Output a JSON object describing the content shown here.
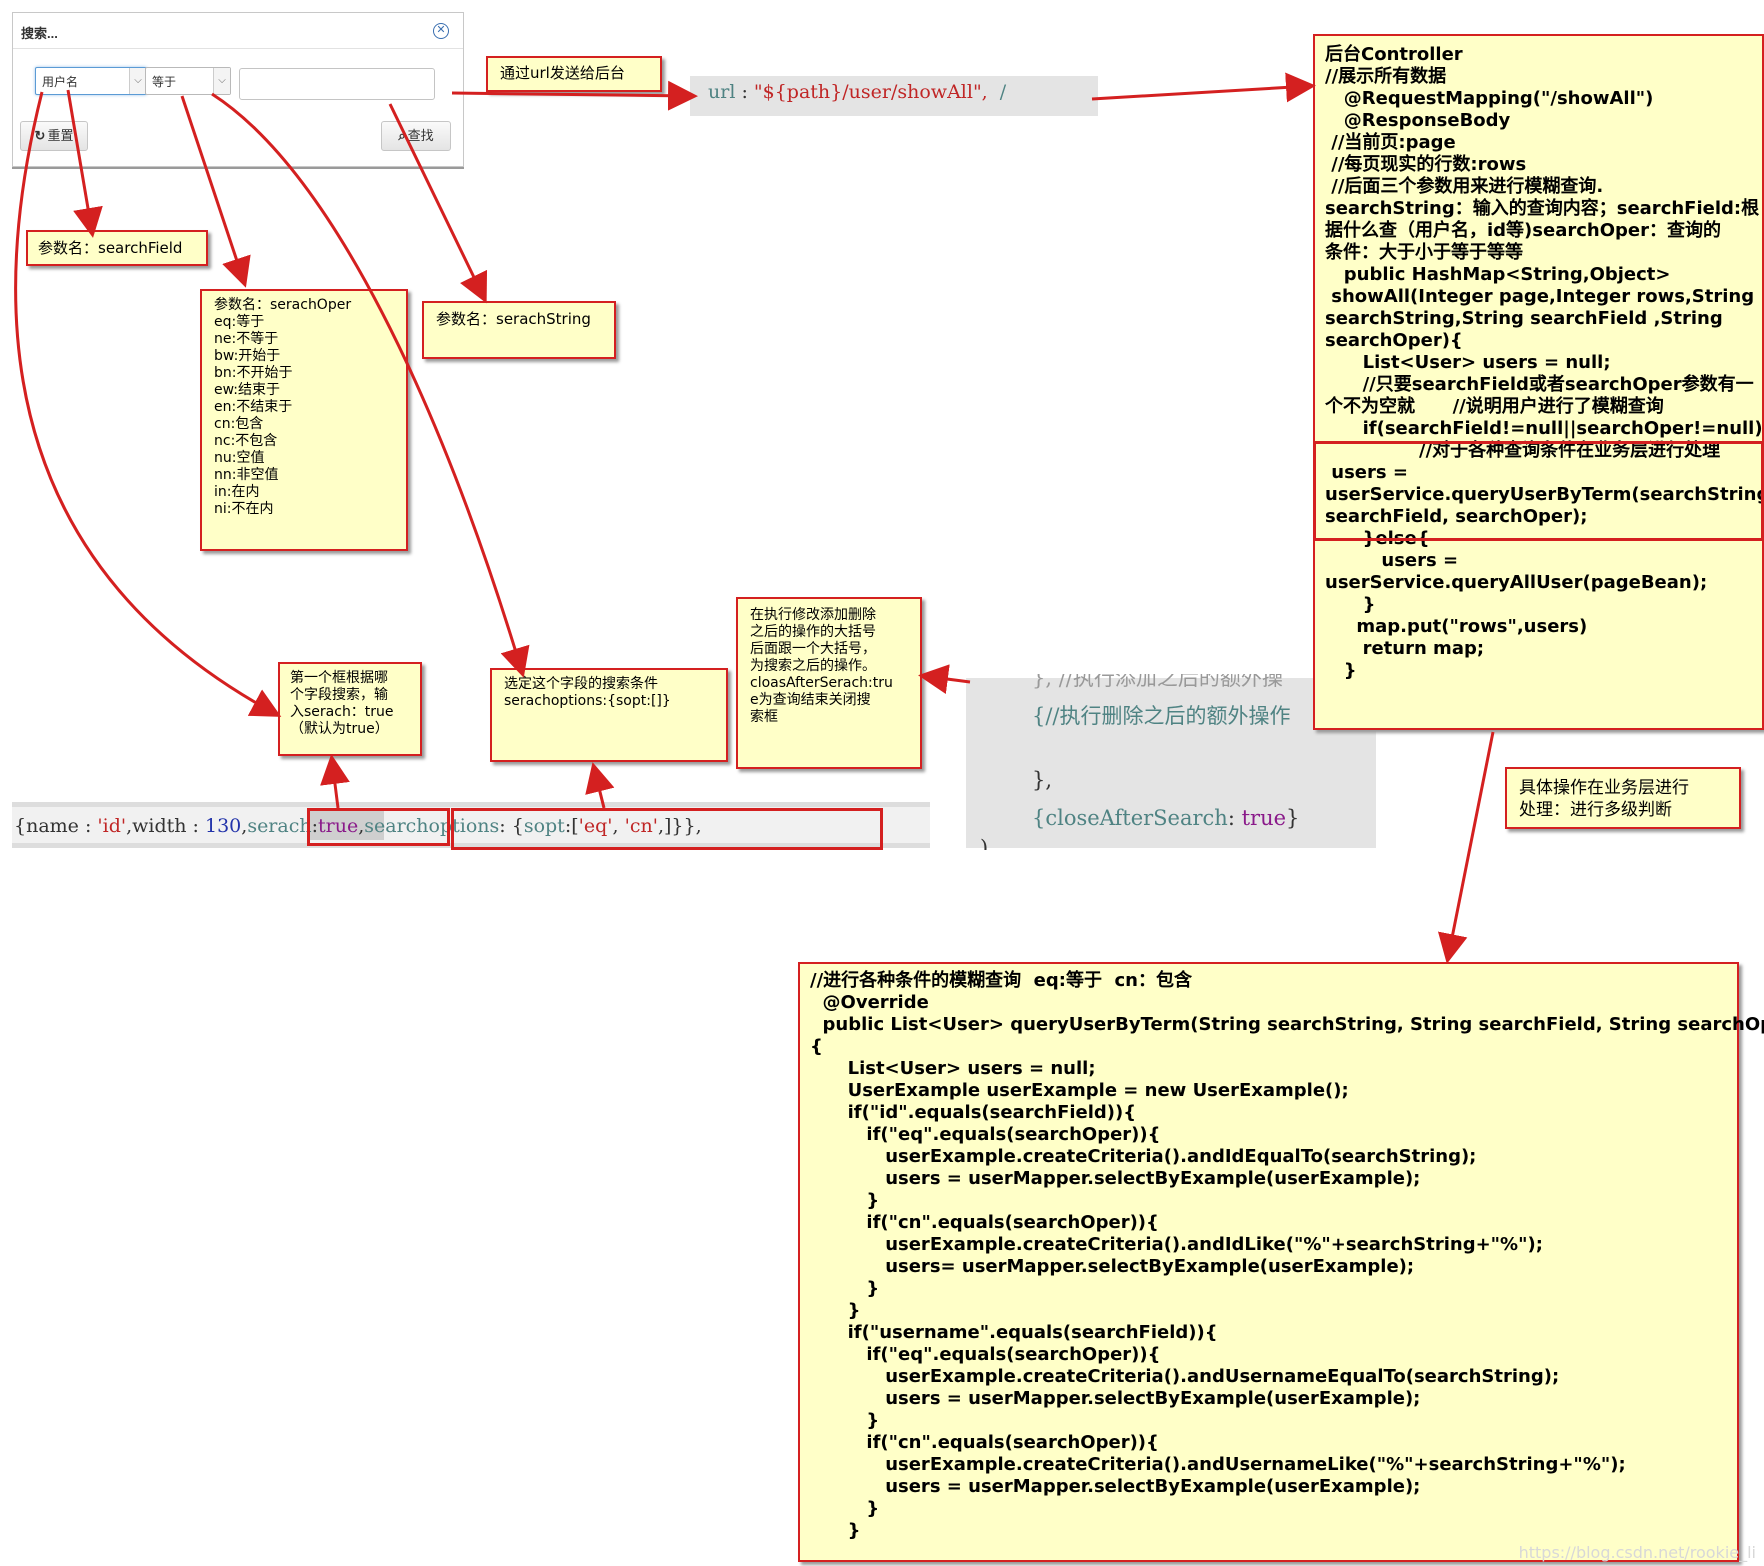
{
  "dialog": {
    "title": "搜索...",
    "field_select": "用户名",
    "oper_select": "等于",
    "search_value": "",
    "reset_label": "重置",
    "find_label": "查找"
  },
  "notes": {
    "url_send": "通过url发送给后台",
    "param_field": "参数名：searchField",
    "param_oper": [
      "参数名：serachOper",
      "eq:等于",
      "ne:不等于",
      "bw:开始于",
      "bn:不开始于",
      "ew:结束于",
      "en:不结束于",
      "cn:包含",
      "nc:不包含",
      "nu:空值",
      "nn:非空值",
      "in:在内",
      "ni:不在内"
    ],
    "param_string": "参数名：serachString",
    "first_box": [
      "第一个框根据哪",
      "个字段搜索，输",
      "入serach：true",
      "（默认为true）"
    ],
    "select_field": [
      "选定这个字段的搜索条件",
      "serachoptions:{sopt:[]}"
    ],
    "after_ops": [
      "在执行修改添加删除",
      "之后的操作的大括号",
      "后面跟一个大括号，",
      "为搜索之后的操作。",
      "cloasAfterSerach:tru",
      "e为查询结束关闭搜",
      "索框"
    ],
    "business": [
      "具体操作在业务层进行",
      "处理：进行多级判断"
    ]
  },
  "code_url": {
    "key": "url",
    "sep": " : ",
    "value": "\"${path}/user/showAll\",",
    "tail": "  /"
  },
  "code_col": {
    "p1": "{name : ",
    "name_val": "'id'",
    "p2": ",width : ",
    "width_val": "130",
    "p3": ",",
    "serach_key": "serach",
    "colon": ":",
    "serach_val": "true",
    "p4": ",",
    "opts_key": "searchoptions",
    "p5": ": {",
    "sopt_key": "sopt",
    "p6": ":[",
    "eq": "'eq'",
    "p7": ", ",
    "cn": "'cn'",
    "p8": ",]}},"
  },
  "code_right": {
    "l1": "}, //执行添加之后的额外操",
    "l2": "{//执行删除之后的额外操作",
    "l3": "},",
    "l4_key": "{closeAfterSearch",
    "l4_sep": ": ",
    "l4_val": "true",
    "l4_end": "}",
    "l5": ")"
  },
  "controller": [
    "后台Controller",
    "//展示所有数据",
    "   @RequestMapping(\"/showAll\")",
    "   @ResponseBody",
    " //当前页:page",
    " //每页现实的行数:rows",
    " //后面三个参数用来进行模糊查询.",
    "searchString：输入的查询内容；searchField:根",
    "据什么查（用户名，id等)searchOper：查询的",
    "条件：大于小于等于等等",
    "   public HashMap<String,Object>",
    " showAll(Integer page,Integer rows,String",
    "searchString,String searchField ,String",
    "searchOper){",
    "      List<User> users = null;",
    "      //只要searchField或者searchOper参数有一",
    "个不为空就      //说明用户进行了模糊查询",
    "      if(searchField!=null||searchOper!=null){",
    "               //对于各种查询条件在业务层进行处理",
    " users =",
    "userService.queryUserByTerm(searchString,",
    "searchField, searchOper);",
    "      }else{",
    "         users =",
    "userService.queryAllUser(pageBean);",
    "      }",
    "     map.put(\"rows\",users)",
    "",
    "      return map;",
    "   }"
  ],
  "impl": [
    "//进行各种条件的模糊查询  eq:等于  cn：包含",
    "  @Override",
    "  public List<User> queryUserByTerm(String searchString, String searchField, String searchOper)",
    "{",
    "      List<User> users = null;",
    "      UserExample userExample = new UserExample();",
    "      if(\"id\".equals(searchField)){",
    "         if(\"eq\".equals(searchOper)){",
    "            userExample.createCriteria().andIdEqualTo(searchString);",
    "            users = userMapper.selectByExample(userExample);",
    "         }",
    "         if(\"cn\".equals(searchOper)){",
    "            userExample.createCriteria().andIdLike(\"%\"+searchString+\"%\");",
    "            users= userMapper.selectByExample(userExample);",
    "         }",
    "      }",
    "      if(\"username\".equals(searchField)){",
    "         if(\"eq\".equals(searchOper)){",
    "            userExample.createCriteria().andUsernameEqualTo(searchString);",
    "            users = userMapper.selectByExample(userExample);",
    "         }",
    "         if(\"cn\".equals(searchOper)){",
    "            userExample.createCriteria().andUsernameLike(\"%\"+searchString+\"%\");",
    "            users = userMapper.selectByExample(userExample);",
    "         }",
    "      }"
  ],
  "watermark": "https://blog.csdn.net/rookie_li",
  "colors": {
    "note_bg": "#ffffc8",
    "note_border": "#d42020",
    "arrow": "#d42020"
  }
}
